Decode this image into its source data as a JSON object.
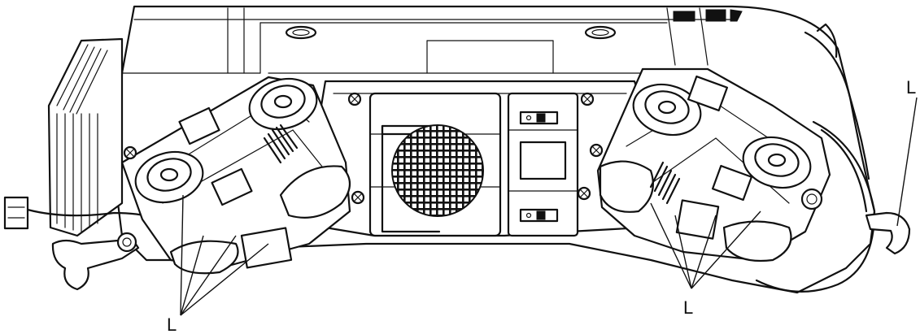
{
  "diagram": {
    "callouts": [
      {
        "id": "left-truck",
        "label": "L"
      },
      {
        "id": "right-truck",
        "label": "L"
      },
      {
        "id": "right-coupler",
        "label": "L"
      }
    ]
  }
}
